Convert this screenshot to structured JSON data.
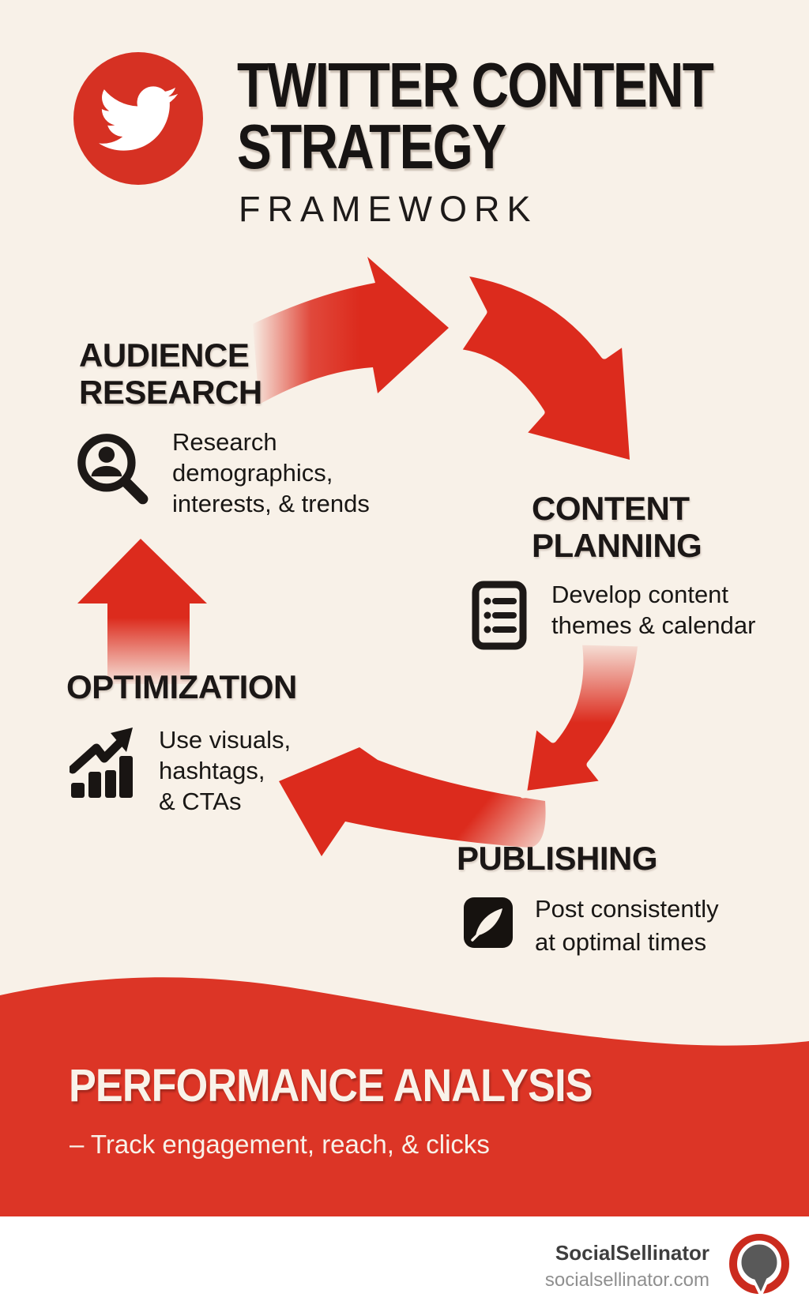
{
  "header": {
    "logo_icon": "twitter-bird-icon",
    "title_line1": "TWITTER CONTENT",
    "title_line2": "STRATEGY",
    "subtitle": "FRAMEWORK"
  },
  "cycle": {
    "arrow_color": "#dc2b1d",
    "steps": [
      {
        "key": "audience-research",
        "title_line1": "AUDIENCE",
        "title_line2": "RESEARCH",
        "icon": "audience-search-icon",
        "desc_lines": [
          "Research",
          "demographics,",
          "interests, & trends"
        ]
      },
      {
        "key": "content-planning",
        "title_line1": "CONTENT",
        "title_line2": "PLANNING",
        "icon": "content-list-icon",
        "desc_lines": [
          "Develop content",
          "themes & calendar"
        ]
      },
      {
        "key": "publishing",
        "title_line1": "PUBLISHING",
        "icon": "quill-pen-icon",
        "desc_lines": [
          "Post consistently",
          "at optimal times"
        ]
      },
      {
        "key": "optimization",
        "title_line1": "OPTIMIZATION",
        "icon": "growth-chart-icon",
        "desc_lines": [
          "Use visuals,",
          "hashtags,",
          "& CTAs"
        ]
      }
    ]
  },
  "performance": {
    "title": "PERFORMANCE ANALYSIS",
    "subtitle": "– Track engagement, reach, & clicks"
  },
  "footer": {
    "brand": "SocialSellinator",
    "website": "socialsellinator.com",
    "logo_icon": "speech-bubble-logo-icon"
  },
  "colors": {
    "background": "#f8f1e8",
    "arrow_red": "#dc2b1d",
    "band_red": "#dc3526",
    "twitter_circle_red": "#d63123",
    "ink": "#1b1716",
    "band_text": "#f9f2e9",
    "footer_background": "#ffffff",
    "footer_brand_text": "#3e3e3e",
    "footer_muted_text": "#8f8f8f"
  }
}
